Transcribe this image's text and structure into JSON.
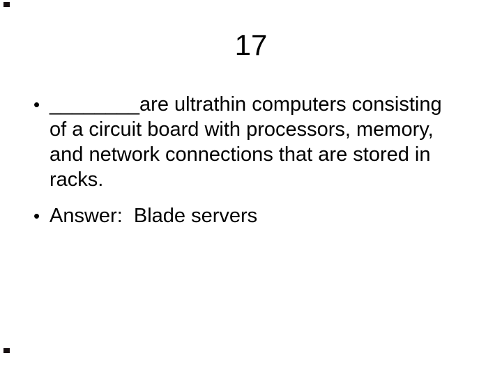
{
  "slide": {
    "title": "17",
    "bullet_char": "•",
    "bullets": [
      {
        "lines": [
          "________are ultrathin computers consisting",
          "of a circuit board with processors, memory,",
          "and network connections that are stored in",
          "racks."
        ]
      },
      {
        "lines": [
          "Answer:  Blade servers"
        ]
      }
    ],
    "answer": "Blade servers",
    "colors": {
      "background": "#ffffff",
      "text": "#000000"
    }
  }
}
